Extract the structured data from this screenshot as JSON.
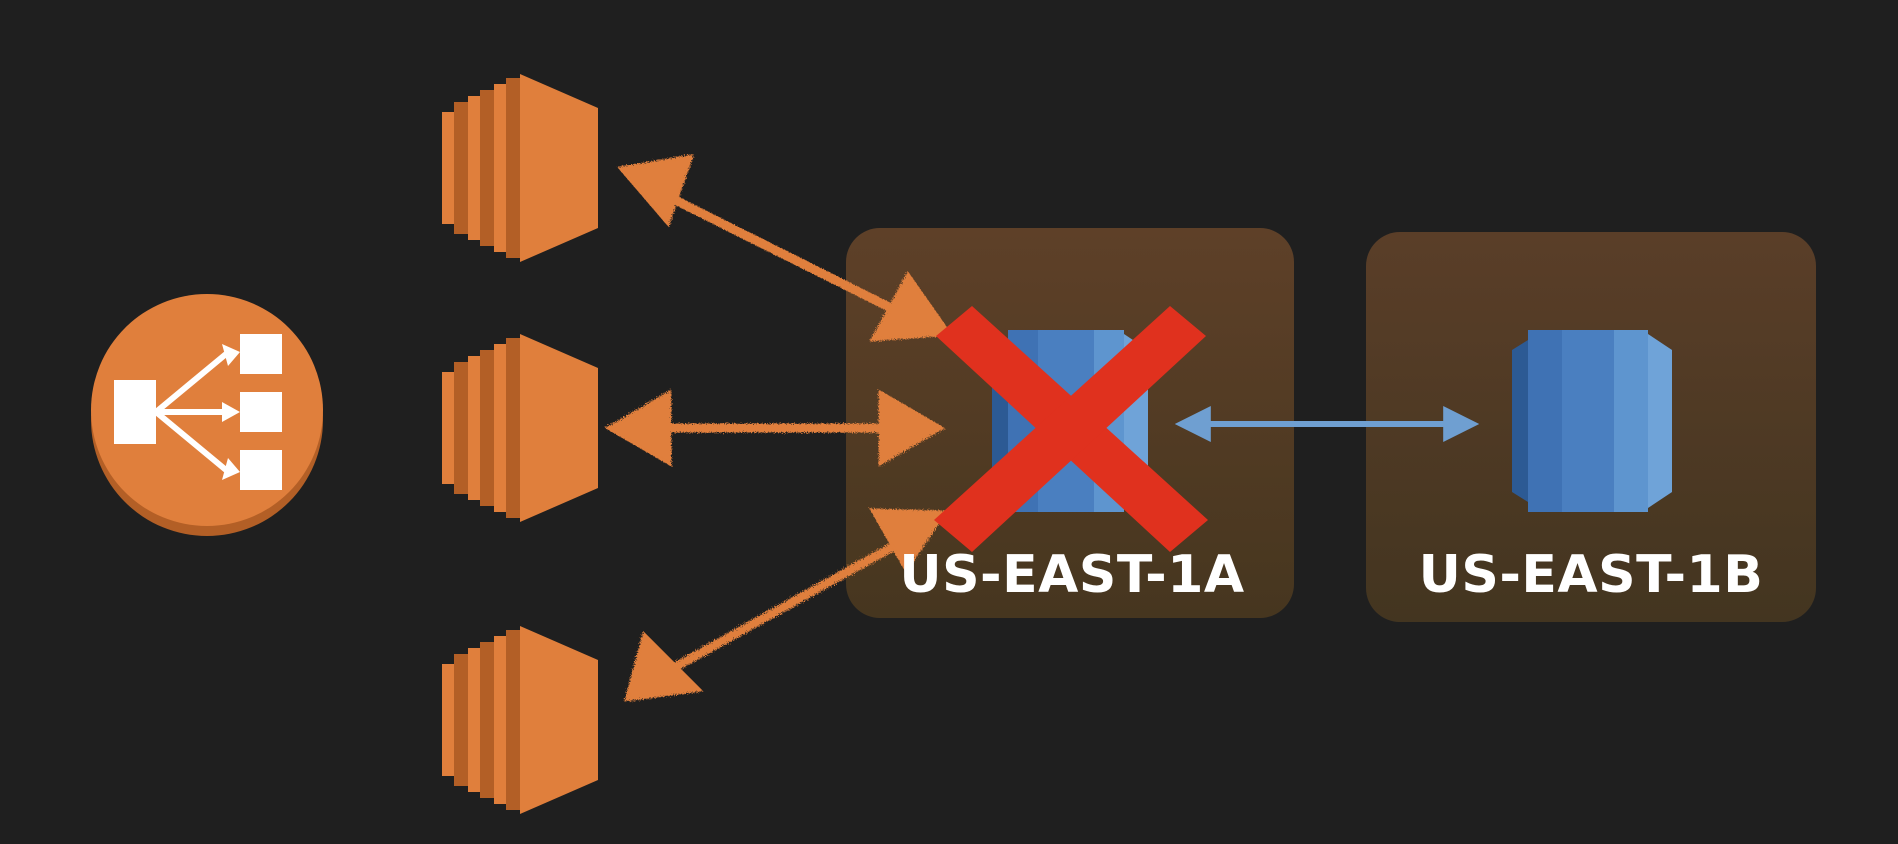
{
  "diagram": {
    "zones": [
      {
        "id": "zone-a",
        "label": "US-EAST-1A",
        "status": "failed"
      },
      {
        "id": "zone-b",
        "label": "US-EAST-1B",
        "status": "standby"
      }
    ],
    "nodes": {
      "load_balancer": {
        "icon": "load-balancer-icon"
      },
      "instances": [
        {
          "icon": "ec2-instance-icon"
        },
        {
          "icon": "ec2-instance-icon"
        },
        {
          "icon": "ec2-instance-icon"
        }
      ],
      "databases": [
        {
          "icon": "rds-database-icon",
          "zone": "US-EAST-1A",
          "failed": true
        },
        {
          "icon": "rds-database-icon",
          "zone": "US-EAST-1B",
          "failed": false
        }
      ]
    },
    "colors": {
      "background": "#1f1f1f",
      "aws_orange": "#e07f3c",
      "aws_orange_dark": "#b35f26",
      "zone_fill": "#5a3e2b",
      "db_blue": "#3f72b4",
      "db_blue_dark": "#2c5a94",
      "db_blue_light": "#5e95cf",
      "replication_arrow": "#6f9fd1",
      "failure_x": "#e0311e"
    }
  }
}
